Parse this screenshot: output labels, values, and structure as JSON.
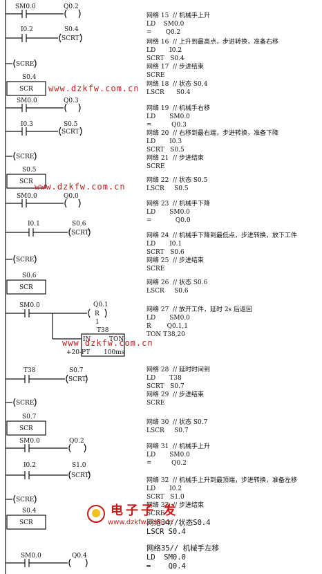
{
  "ladder": {
    "l1_op": "SM0.0",
    "l1_out": "Q0.2",
    "l2_op": "I0.2",
    "l2_out": "S0.4",
    "l2_coil": "SCRT",
    "l3_coil": "SCRE",
    "l4_box_top": "S0.4",
    "l4_box": "SCR",
    "l5_op": "SM0.0",
    "l5_out": "Q0.3",
    "l6_op": "I0.3",
    "l6_out": "S0.5",
    "l6_coil": "SCRT",
    "l7_coil": "SCRE",
    "l8_box_top": "S0.5",
    "l8_box": "SCR",
    "l9_op": "SM0.0",
    "l9_out": "Q0.0",
    "l10_op": "I0.1",
    "l10_out": "S0.6",
    "l10_coil": "SCRT",
    "l11_coil": "SCRE",
    "l12_box_top": "S0.6",
    "l12_box": "SCR",
    "l13_op": "SM0.0",
    "l13_out": "Q0.1",
    "l13_coil": "R",
    "l13_n": "1",
    "l13_timer": "T38",
    "l13_in": "IN",
    "l13_ton": "TON",
    "l13_pt_val": "+20-PT",
    "l13_ms": "100ms",
    "l14_op": "T38",
    "l14_out": "S0.7",
    "l14_coil": "SCRT",
    "l15_coil": "SCRE",
    "l16_box_top": "S0.7",
    "l16_box": "SCR",
    "l17_op": "SM0.0",
    "l17_out": "Q0.2",
    "l18_op": "I0.2",
    "l18_out": "S1.0",
    "l18_coil": "SCRT",
    "l19_coil": "SCRE",
    "l20_box_top": "S0.4",
    "l20_box": "SCR",
    "l21_op": "SM0.0",
    "l21_out": "Q0.4"
  },
  "il": [
    "网络 15  // 机械手上升",
    "LD    SM0.0",
    "=       Q0.2",
    "网络 16  // 上升到最高点，步进转换，准备右移",
    "LD       I0.2",
    "SCRT   S0.4",
    "网络 17  // 步进结束",
    "SCRE",
    "网络 18  // 状态 S0.4",
    "LSCR      S0.4",
    "网络 19  // 机械手右移",
    "LD       SM0.0",
    "=          Q0.3",
    "网络 20  // 右移到最右端，步进转换，准备下降",
    "LD       I0.3",
    "SCRT   S0.5",
    "网络 21  // 步进结束",
    "SCRE",
    "网络 22  // 状态 S0.5",
    "LSCR     S0.5",
    "网络 23  // 机械手下降",
    "LD       SM0.0",
    "=            Q0.0",
    "网络 24  // 机械手下降到最低点，步进转换，放下工件",
    "LD       I0.1",
    "SCRT   S0.6",
    "网络 25  // 步进结束",
    "SCRE",
    "网络 26  // 状态 S0.6",
    "LSCR     S0.6",
    "网络 27  // 放开工件，延时 2s 后返回",
    "LD       SM0.0",
    "R        Q0.1,1",
    "TON T38,20",
    "网络 28  // 延时时间到",
    "LD       T38",
    "SCRT   S0.7",
    "网络 29  // 步进结束",
    "SCRE",
    "网络 30  // 状态 S0.7",
    "LSCR     S0.7",
    "网络 31  // 机械手上升",
    "LD       SM0.0",
    "=          Q0.2",
    "网络 32  // 机械手上升到最顶端，步进转换，准备左移",
    "LD       I0.2",
    "SCRT   S1.0",
    "网络 33  // 步进结束",
    "SCRE",
    "网络34//状态S0.4",
    "LSCR S0.4",
    "网络35// 机械手左移",
    "LD  SM0.0",
    "=    Q0.4"
  ],
  "watermark": {
    "url": "www.dzkfw.com.cn",
    "brand": "电子子 发",
    "brand_url": "www.dzkfw.com.cn"
  }
}
